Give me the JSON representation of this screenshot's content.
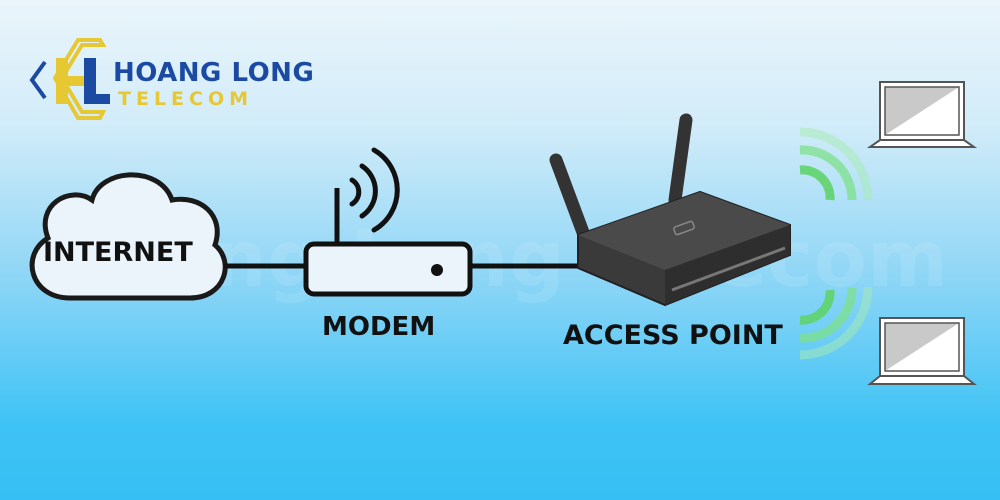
{
  "logo": {
    "line1": "HOANG LONG",
    "line2": "TELECOM"
  },
  "watermark": "Hoang Long Telecom",
  "nodes": {
    "internet": "INTERNET",
    "modem": "MODEM",
    "access_point": "ACCESS POINT"
  },
  "colors": {
    "logo_blue": "#1b4aa3",
    "logo_yellow": "#e6c832",
    "wifi_green": "#5fd36a"
  }
}
